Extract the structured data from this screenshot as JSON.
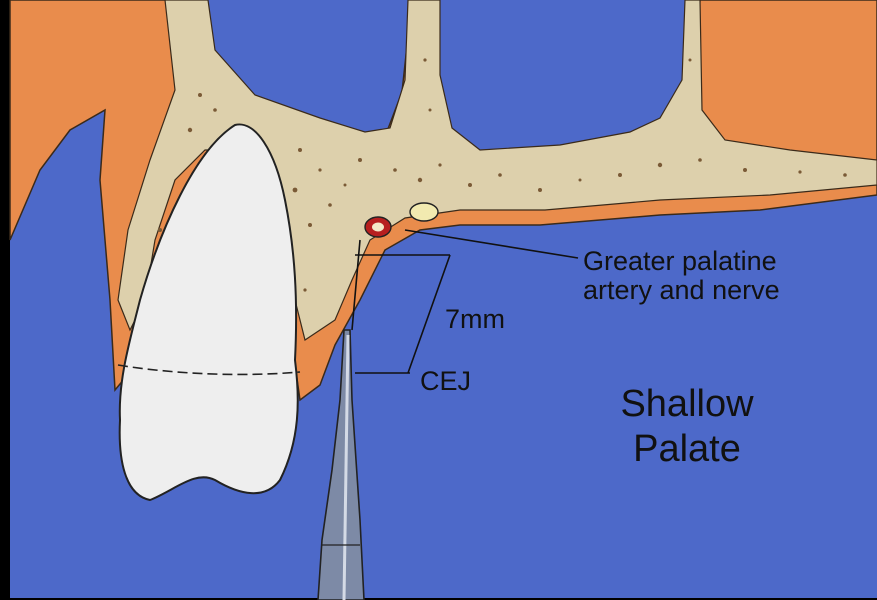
{
  "labels": {
    "artery_line1": "Greater palatine",
    "artery_line2": "artery and nerve",
    "measurement": "7mm",
    "cej": "CEJ",
    "title_line1": "Shallow",
    "title_line2": "Palate"
  },
  "colors": {
    "background": "#4d69c9",
    "frame": "#000000",
    "soft_tissue": "#e98c4c",
    "bone": "#ddd0ac",
    "bone_speckle": "#7a5a36",
    "tooth": "#eeeeee",
    "artery": "#b71f1f",
    "nerve": "#f2eab0",
    "instrument": "#7d8aa6",
    "line": "#111111"
  }
}
